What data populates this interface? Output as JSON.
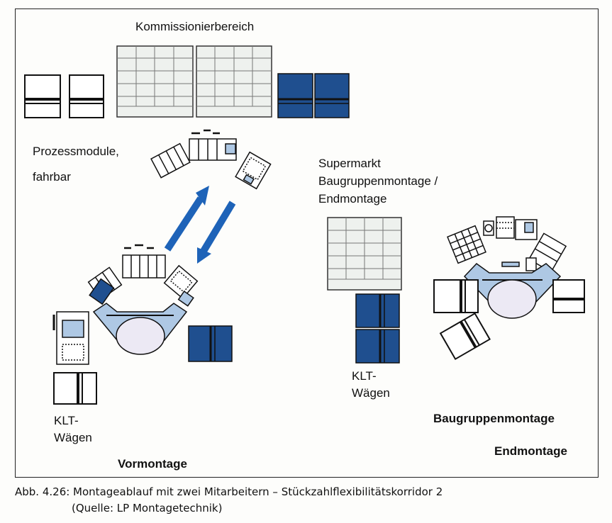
{
  "labels": {
    "kommissionierbereich": "Kommissionierbereich",
    "prozessmodule_1": "Prozessmodule,",
    "prozessmodule_2": "fahrbar",
    "supermarkt_1": "Supermarkt",
    "supermarkt_2": "Baugruppenmontage /",
    "supermarkt_3": "Endmontage",
    "klt_left_1": "KLT-",
    "klt_left_2": "Wägen",
    "klt_mid_1": "KLT-",
    "klt_mid_2": "Wägen",
    "vormontage": "Vormontage",
    "baugruppenmontage": "Baugruppenmontage",
    "endmontage": "Endmontage"
  },
  "caption": {
    "line1": "Abb. 4.26: Montageablauf mit zwei Mitarbeitern – Stückzahlflexibilitätskorridor 2",
    "line2": "(Quelle: LP Montagetechnik)"
  },
  "colors": {
    "navy": "#1f4f8f",
    "arrow_blue": "#1e63b8",
    "arm_blue": "#aec8e4",
    "operator_fill": "#ece9f4",
    "shelf_fill": "#eef1ee"
  }
}
